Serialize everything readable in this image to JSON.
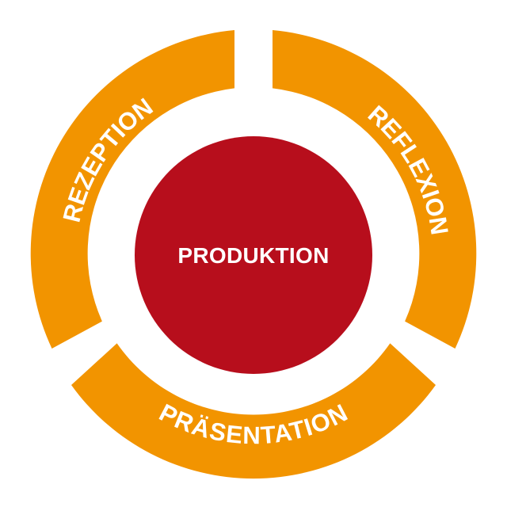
{
  "diagram": {
    "center": {
      "label": "PRODUKTION"
    },
    "segments": [
      {
        "label": "REZEPTION"
      },
      {
        "label": "REFLEXION"
      },
      {
        "label": "PRÄSENTATION"
      }
    ]
  },
  "colors": {
    "ring": "#F29400",
    "center": "#B70E1C",
    "text": "#FFFFFF",
    "background": "#FFFFFF"
  }
}
